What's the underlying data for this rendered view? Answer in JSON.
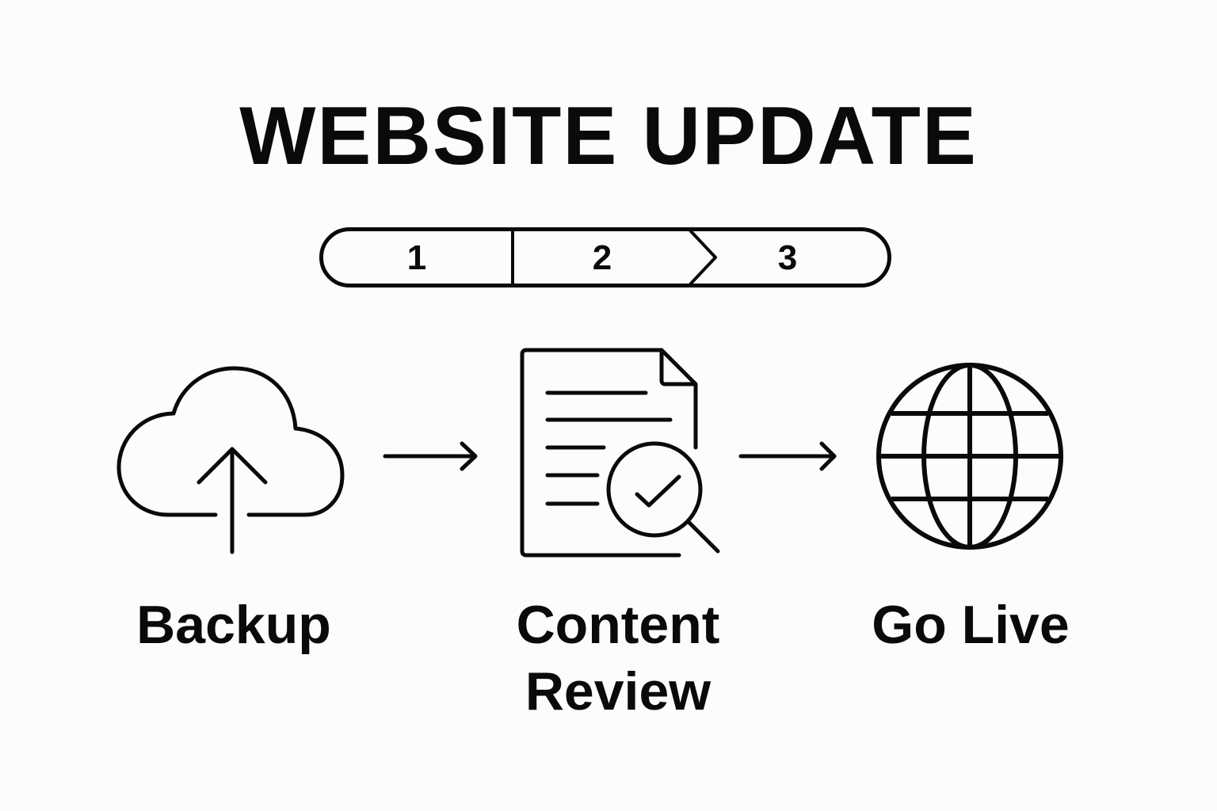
{
  "header": {
    "title": "WEBSITE UPDATE"
  },
  "stepper": {
    "steps": [
      {
        "number": "1"
      },
      {
        "number": "2"
      },
      {
        "number": "3"
      }
    ]
  },
  "stages": [
    {
      "label": "Backup",
      "icon": "cloud-upload-icon"
    },
    {
      "label_line1": "Content",
      "label_line2": "Review",
      "icon": "document-magnifier-check-icon"
    },
    {
      "label": "Go Live",
      "icon": "globe-icon"
    }
  ],
  "connectors": [
    {
      "icon": "arrow-right-icon"
    },
    {
      "icon": "arrow-right-icon"
    }
  ],
  "colors": {
    "background": "#fcfcfc",
    "stroke": "#0a0a0a"
  }
}
